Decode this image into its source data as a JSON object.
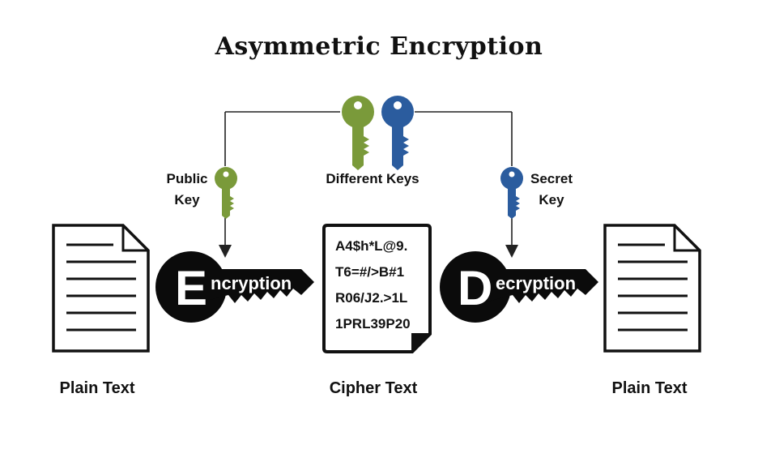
{
  "title": "Asymmetric Encryption",
  "labels": {
    "public_key_line1": "Public",
    "public_key_line2": "Key",
    "different_keys": "Different Keys",
    "secret_key_line1": "Secret",
    "secret_key_line2": "Key",
    "plain_text_left": "Plain Text",
    "cipher_text": "Cipher Text",
    "plain_text_right": "Plain Text"
  },
  "encryption_badge": {
    "letter": "E",
    "word": "ncryption"
  },
  "decryption_badge": {
    "letter": "D",
    "word": "ecryption"
  },
  "cipher_lines": [
    "A4$h*L@9.",
    "T6=#/>B#1",
    "R06/J2.>1L",
    "1PRL39P20"
  ],
  "colors": {
    "public_key": "#7a9a3a",
    "secret_key": "#2b5c9e",
    "badge": "#0b0b0b",
    "line": "#222222"
  },
  "icons": [
    "document-icon",
    "key-icon",
    "cipher-document-icon"
  ]
}
